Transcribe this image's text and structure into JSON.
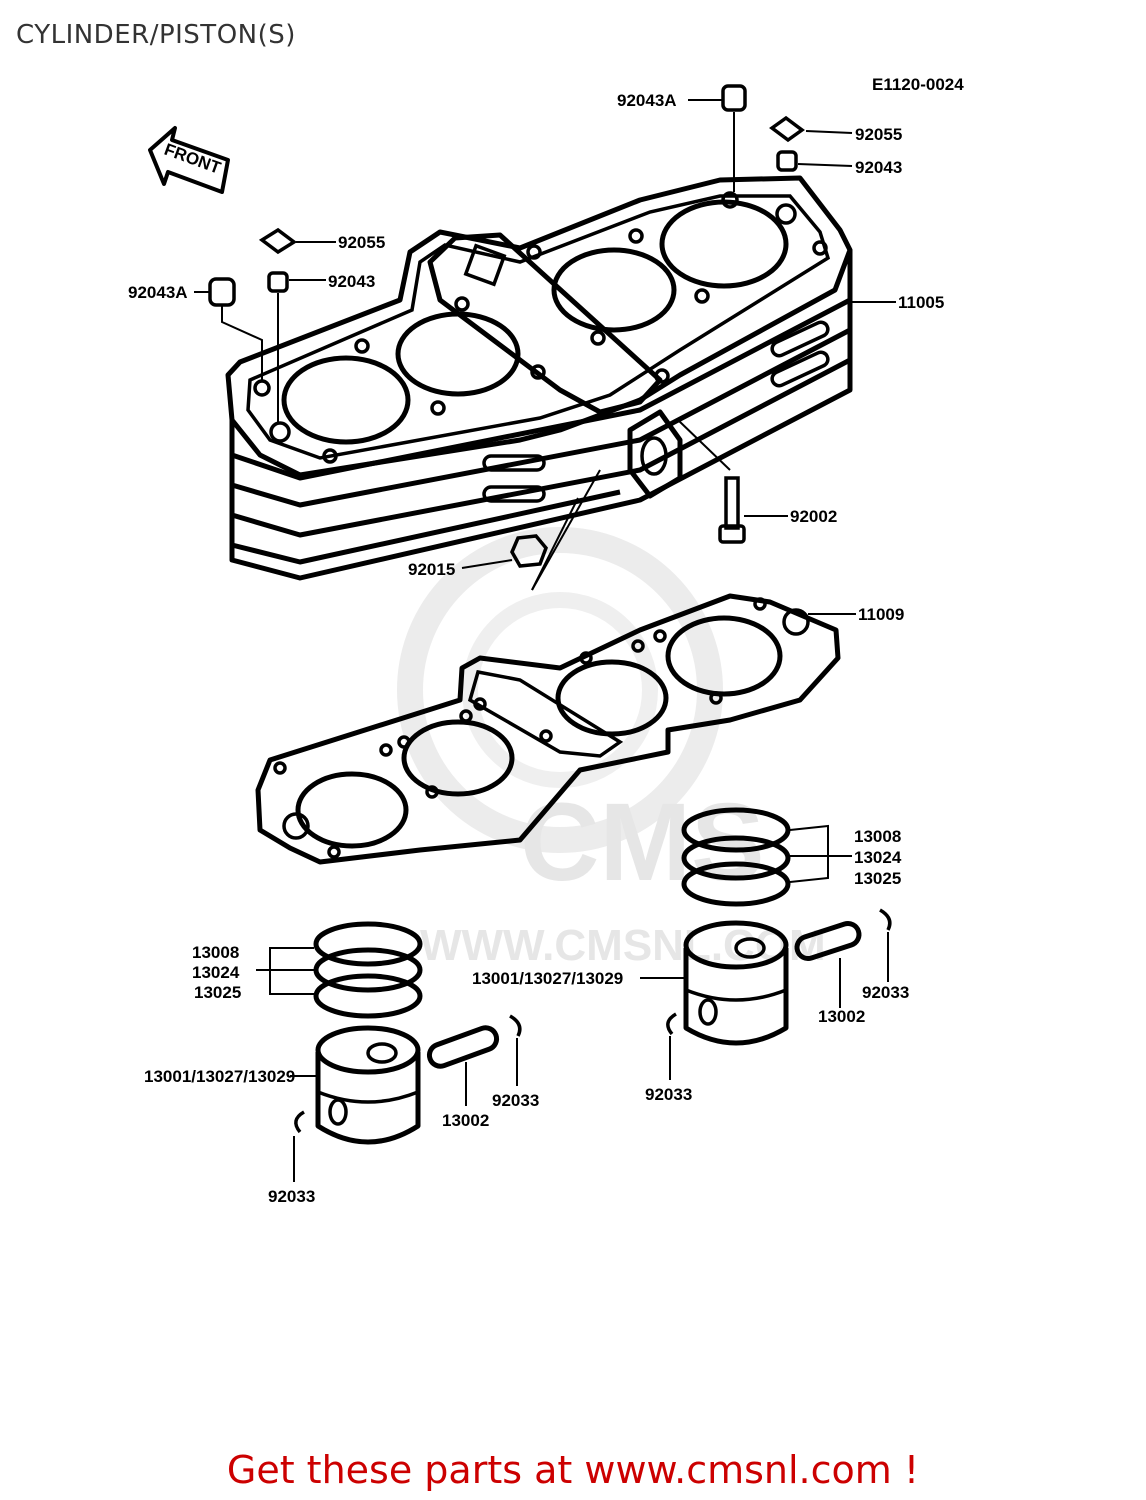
{
  "page": {
    "title": "CYLINDER/PISTON(S)",
    "code": "E1120-0024",
    "front_arrow_text": "FRONT",
    "watermark_text": "WWW.CMSNL.COM",
    "watermark_logo": "CMS",
    "footer_text": "Get these parts at www.cmsnl.com !",
    "footer_color": "#cc0000"
  },
  "labels": {
    "p92043A_top": "92043A",
    "p92055_right": "92055",
    "p92043_right": "92043",
    "p92055_left": "92055",
    "p92043_left": "92043",
    "p92043A_left": "92043A",
    "p11005": "11005",
    "p92002": "92002",
    "p92015": "92015",
    "p11009": "11009",
    "p13008_r": "13008",
    "p13024_r": "13024",
    "p13025_r": "13025",
    "p13008_l": "13008",
    "p13024_l": "13024",
    "p13025_l": "13025",
    "p13001_r": "13001/13027/13029",
    "p13002_r": "13002",
    "p92033_r1": "92033",
    "p92033_r2": "92033",
    "p13001_l": "13001/13027/13029",
    "p13002_l": "13002",
    "p92033_l1": "92033",
    "p92033_l2": "92033"
  }
}
